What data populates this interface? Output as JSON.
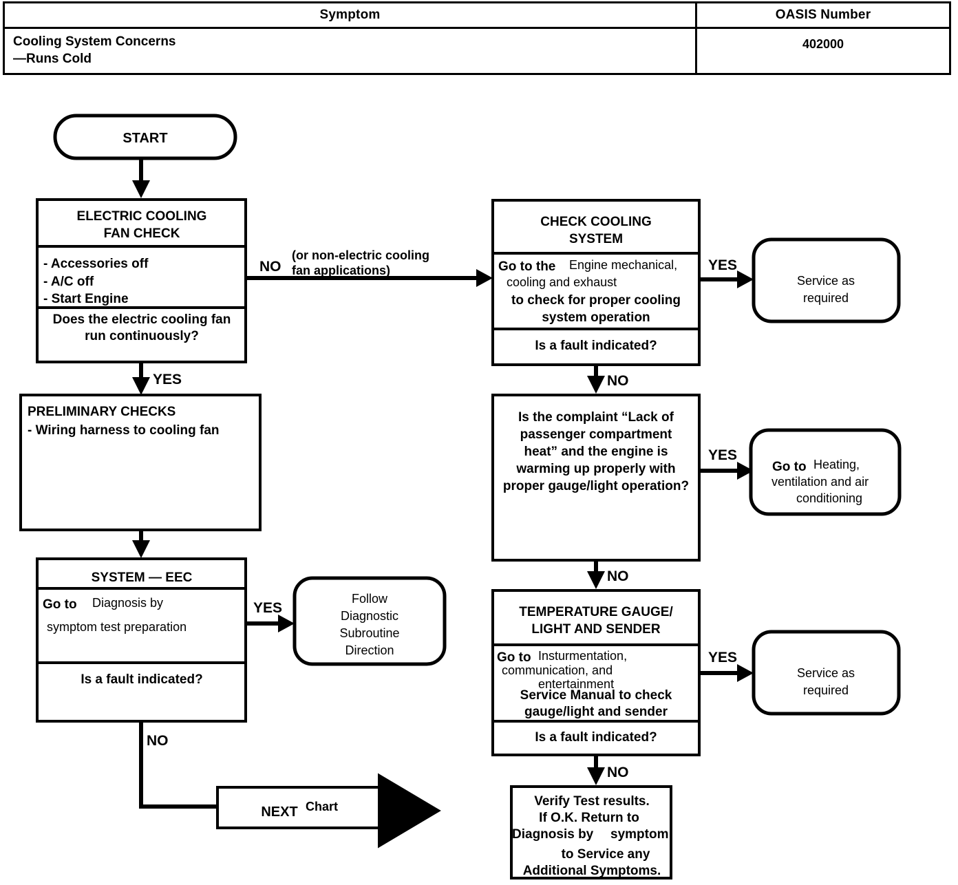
{
  "header": {
    "columns": [
      "Symptom",
      "OASIS Number"
    ],
    "symptom_line1": "Cooling System Concerns",
    "symptom_line2": "—Runs Cold",
    "oasis_number": "402000"
  },
  "flow": {
    "start": {
      "label": "START"
    },
    "electric_fan_check": {
      "title_l1": "ELECTRIC COOLING",
      "title_l2": "FAN CHECK",
      "steps": [
        "- Accessories off",
        "- A/C off",
        "- Start Engine"
      ],
      "question_l1": "Does the electric cooling fan",
      "question_l2": "run continuously?"
    },
    "branch_no_note": {
      "label": "NO",
      "note_l1": "(or non-electric cooling",
      "note_l2": "fan applications)"
    },
    "branch_yes_down": {
      "label": "YES"
    },
    "preliminary_checks": {
      "title": "PRELIMINARY CHECKS",
      "item": "- Wiring harness to cooling fan"
    },
    "system_eec": {
      "title": "SYSTEM — EEC",
      "goto_prefix": "Go to",
      "goto_ref_l1": "Diagnosis by",
      "goto_ref_l2": "symptom test preparation",
      "question": "Is a fault indicated?",
      "yes_label": "YES",
      "no_label": "NO"
    },
    "follow_subroutine": {
      "l1": "Follow",
      "l2": "Diagnostic",
      "l3": "Subroutine",
      "l4": "Direction"
    },
    "next_chart": {
      "label": "NEXT",
      "suffix": "Chart"
    },
    "check_cooling_system": {
      "title_l1": "CHECK COOLING",
      "title_l2": "SYSTEM",
      "goto_prefix": "Go to the",
      "goto_ref_l1": "Engine mechanical,",
      "goto_ref_l2": "cooling and exhaust",
      "body_l1": "to check for proper cooling",
      "body_l2": "system operation",
      "question": "Is a fault indicated?",
      "yes_label": "YES",
      "no_label": "NO"
    },
    "service_required_top": {
      "l1": "Service as",
      "l2": "required"
    },
    "complaint_question": {
      "l1": "Is the complaint “Lack of",
      "l2": "passenger compartment",
      "l3": "heat” and the engine is",
      "l4": "warming up properly with",
      "l5": "proper gauge/light operation?",
      "yes_label": "YES",
      "no_label": "NO"
    },
    "goto_hvac": {
      "prefix": "Go to",
      "ref_l1": "Heating,",
      "ref_l2": "ventilation and air",
      "ref_l3": "conditioning"
    },
    "temp_gauge_sender": {
      "title_l1": "TEMPERATURE GAUGE/",
      "title_l2": "LIGHT AND SENDER",
      "goto_prefix": "Go to",
      "goto_ref_l1": "Insturmentation,",
      "goto_ref_l2": "communication, and",
      "goto_ref_l3": "entertainment",
      "body_l1": "Service Manual to check",
      "body_l2": "gauge/light and sender",
      "question": "Is a fault indicated?",
      "yes_label": "YES",
      "no_label": "NO"
    },
    "service_required_bottom": {
      "l1": "Service as",
      "l2": "required"
    },
    "verify": {
      "l1": "Verify Test results.",
      "l2": "If O.K. Return to",
      "l3_a": "Diagnosis by",
      "l3_b": "symptom",
      "l4": "to Service any",
      "l5": "Additional Symptoms."
    }
  },
  "colors": {
    "ink": "#000000",
    "paper": "#ffffff"
  }
}
